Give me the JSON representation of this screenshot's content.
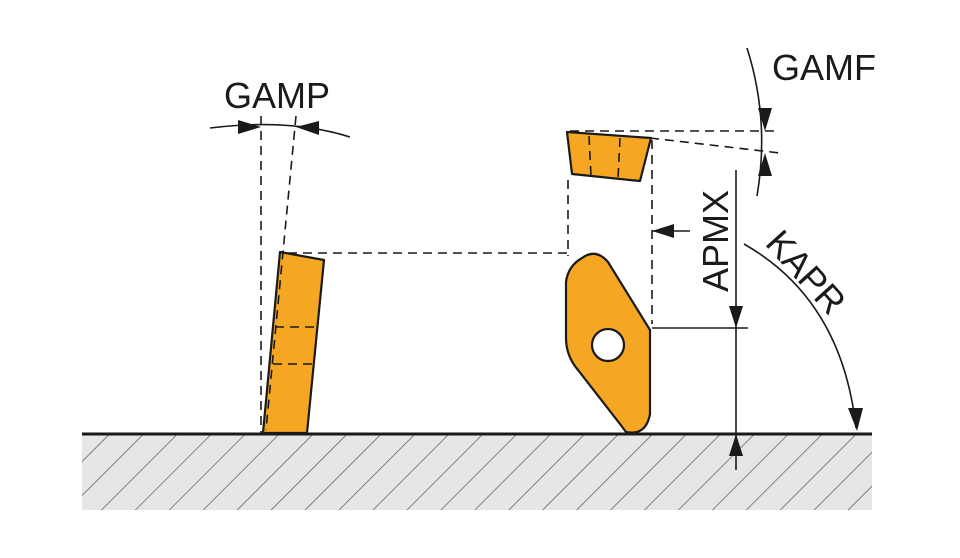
{
  "colors": {
    "insert_fill": "#f5a623",
    "outline": "#1a1a1a",
    "workpiece_fill": "#e6e6e6"
  },
  "labels": {
    "gamp": "GAMP",
    "gamf": "GAMF",
    "apmx": "APMX",
    "kapr": "KAPR"
  }
}
